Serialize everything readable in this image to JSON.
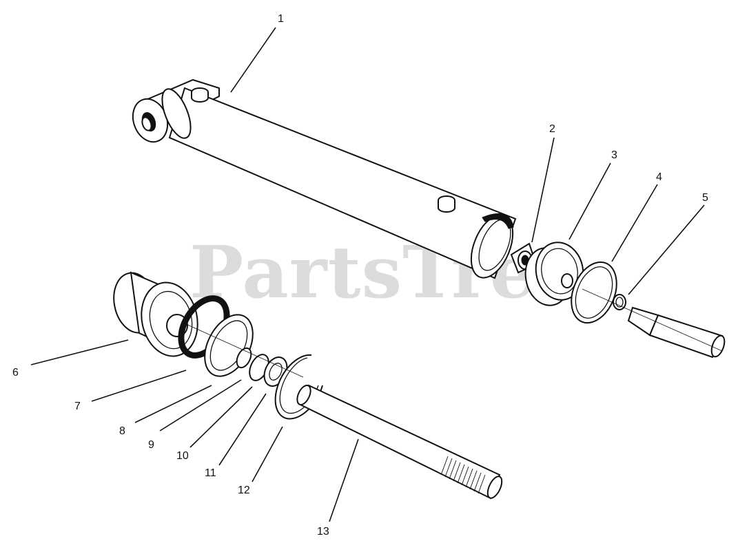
{
  "watermark": "PartsTree",
  "callouts": [
    "1",
    "2",
    "3",
    "4",
    "5",
    "6",
    "7",
    "8",
    "9",
    "10",
    "11",
    "12",
    "13"
  ]
}
